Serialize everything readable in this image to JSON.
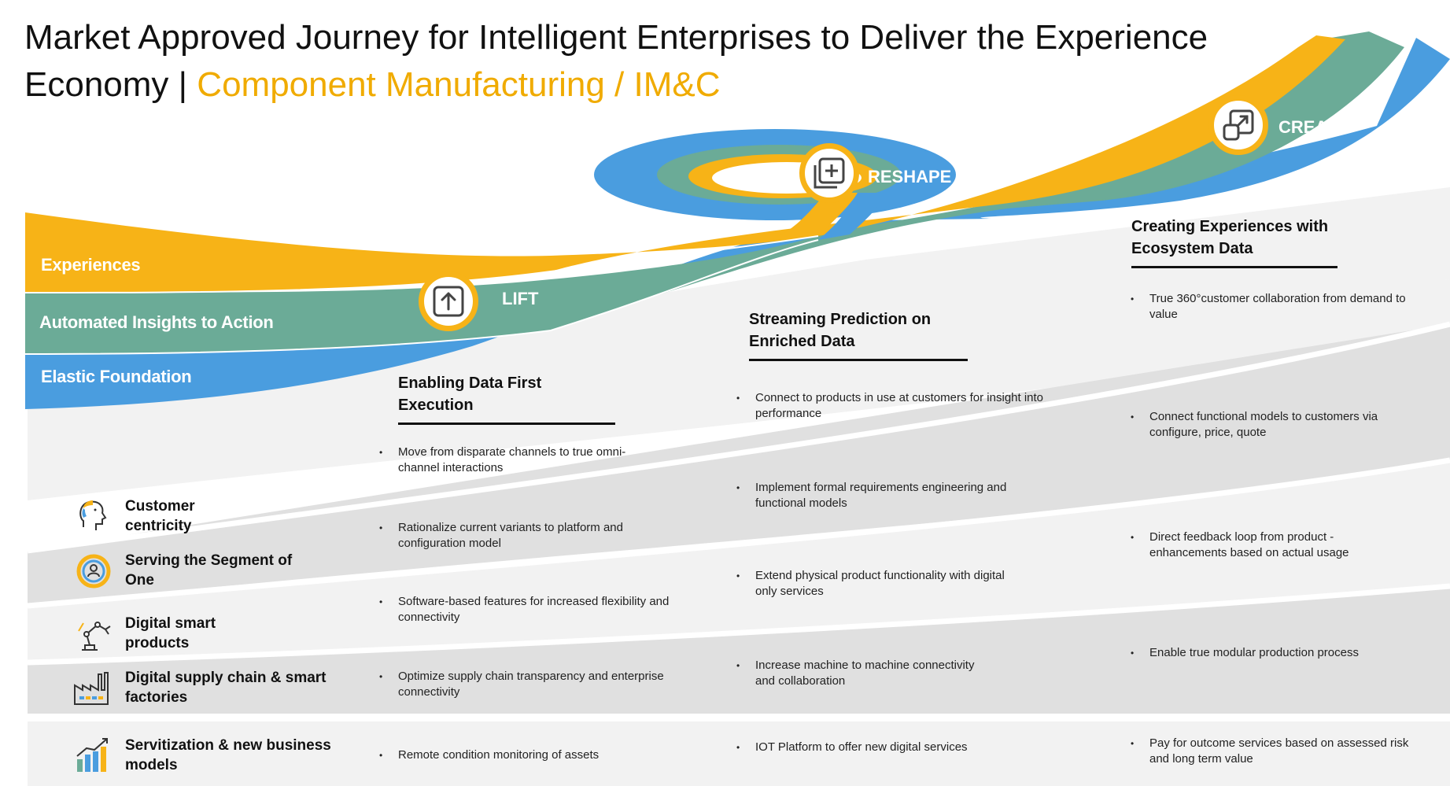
{
  "title": {
    "main": "Market Approved Journey for Intelligent Enterprises to Deliver the Experience Economy | ",
    "highlight": "Component Manufacturing / IM&C"
  },
  "colors": {
    "orange": "#f7b317",
    "teal": "#6bab97",
    "blue": "#4a9ddf",
    "title_accent": "#f0ab00"
  },
  "layers": [
    "Experiences",
    "Automated Insights to Action",
    "Elastic Foundation"
  ],
  "stages": [
    {
      "label": "LIFT",
      "icon": "arrow-up-box-icon"
    },
    {
      "label": "RESHAPE",
      "icon": "plus-copy-icon"
    },
    {
      "label": "CREATE",
      "icon": "expand-arrow-icon"
    }
  ],
  "phases": [
    {
      "heading": "Enabling Data First Execution",
      "bullets": [
        "Move from disparate channels to true omni-channel interactions",
        "Rationalize current variants to platform and configuration model",
        "Software-based features for increased flexibility and connectivity",
        "Optimize supply chain transparency and enterprise connectivity",
        "Remote condition monitoring of assets"
      ]
    },
    {
      "heading": "Streaming Prediction on Enriched Data",
      "bullets": [
        "Connect to products in use at customers for insight into performance",
        "Implement formal requirements engineering and functional models",
        "Extend physical product functionality with digital only services",
        "Increase machine to machine connectivity and collaboration",
        "IOT Platform to offer new digital services"
      ]
    },
    {
      "heading": "Creating Experiences with Ecosystem Data",
      "bullets": [
        "True 360°customer collaboration from demand to value",
        "Connect functional models to customers via configure, price, quote",
        "Direct feedback loop from product - enhancements based on actual usage",
        "Enable true modular production process",
        "Pay for outcome services based on assessed risk and long term value"
      ]
    }
  ],
  "categories": [
    {
      "label": "Customer centricity",
      "icon": "head-profile-icon"
    },
    {
      "label": "Serving the Segment of One",
      "icon": "person-circle-icon"
    },
    {
      "label": "Digital smart products",
      "icon": "robot-arm-icon"
    },
    {
      "label": "Digital supply chain & smart factories",
      "icon": "factory-icon"
    },
    {
      "label": "Servitization & new  business models",
      "icon": "bar-chart-growth-icon"
    }
  ]
}
